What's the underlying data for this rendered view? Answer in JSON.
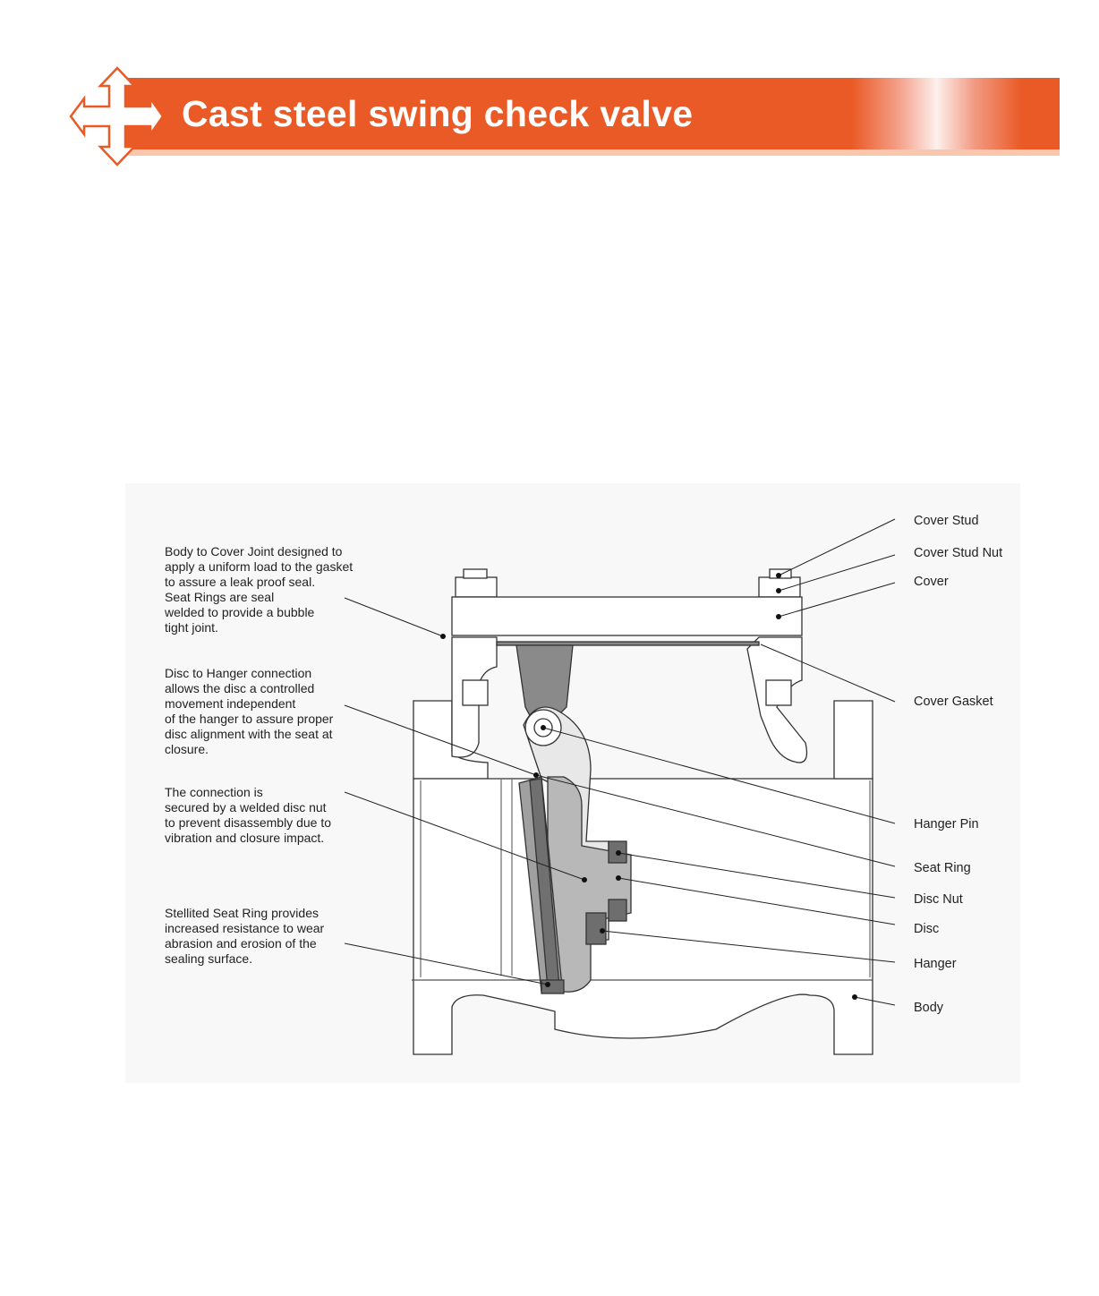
{
  "header": {
    "title": "Cast steel swing check valve",
    "accent_color": "#ea5a26"
  },
  "notes": [
    "Body to Cover Joint designed to\napply a uniform load to the gasket\nto assure a leak proof seal.\nSeat Rings are seal\nwelded to provide a bubble\ntight joint.",
    "Disc to Hanger connection\nallows the disc a controlled\nmovement independent\nof the hanger to assure proper\ndisc alignment with the seat at\nclosure.",
    "The connection is\nsecured by a welded disc nut\nto prevent disassembly due to\nvibration and closure impact.",
    "Stellited Seat Ring provides\nincreased resistance to wear\nabrasion and erosion of the\nsealing surface."
  ],
  "labels": [
    "Cover Stud",
    "Cover Stud Nut",
    "Cover",
    "Cover Gasket",
    "Hanger Pin",
    "Seat Ring",
    "Disc Nut",
    "Disc",
    "Hanger",
    "Body"
  ]
}
